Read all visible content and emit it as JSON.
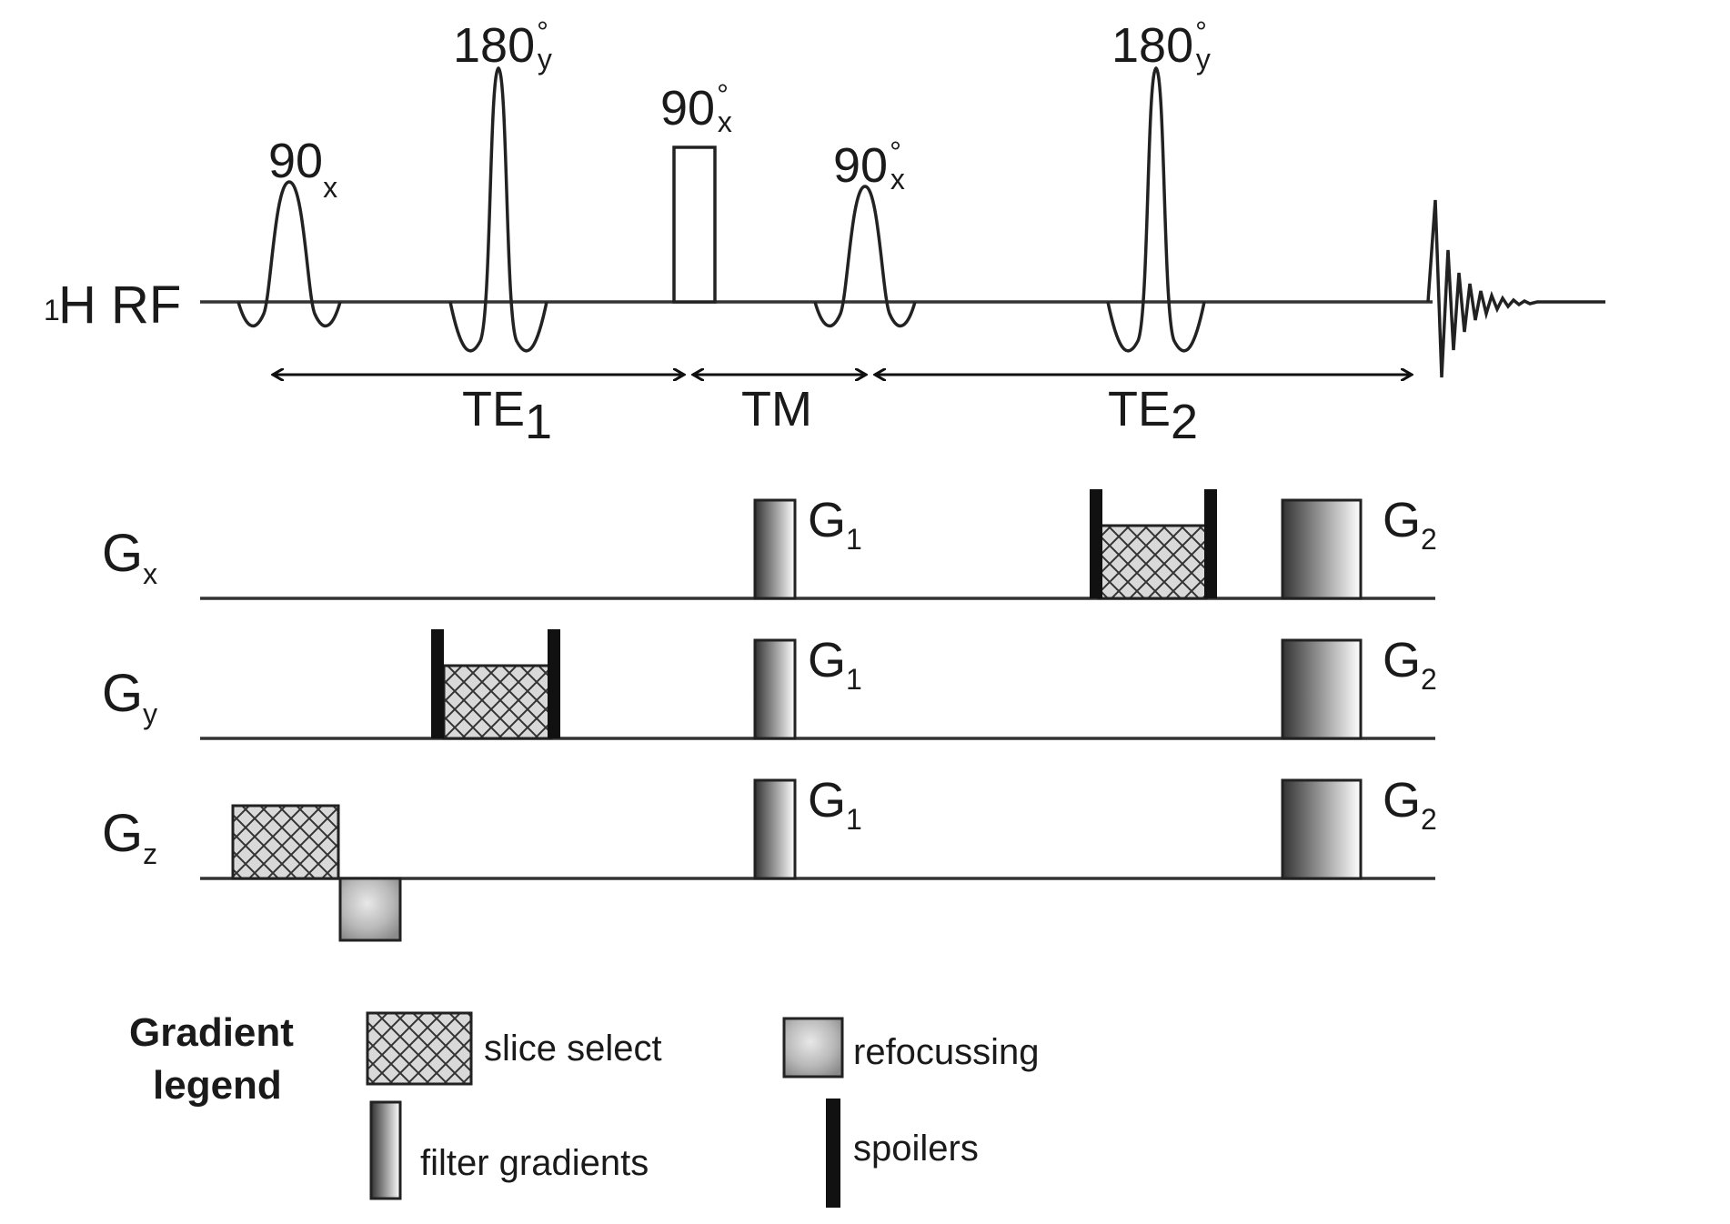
{
  "rf": {
    "label_sup": "1",
    "label": "H RF",
    "pulses": [
      {
        "base": "90",
        "deg": "",
        "sub": "x"
      },
      {
        "base": "180",
        "deg": "°",
        "sub": "y"
      },
      {
        "base": "90",
        "deg": "°",
        "sub": "x"
      },
      {
        "base": "90",
        "deg": "°",
        "sub": "x"
      },
      {
        "base": "180",
        "deg": "°",
        "sub": "y"
      }
    ]
  },
  "timing": {
    "te1": {
      "base": "TE",
      "sub": "1"
    },
    "tm": "TM",
    "te2": {
      "base": "TE",
      "sub": "2"
    }
  },
  "axes": {
    "gx": {
      "base": "G",
      "sub": "x"
    },
    "gy": {
      "base": "G",
      "sub": "y"
    },
    "gz": {
      "base": "G",
      "sub": "z"
    }
  },
  "gradients": {
    "g1": {
      "base": "G",
      "sub": "1"
    },
    "g2": {
      "base": "G",
      "sub": "2"
    }
  },
  "legend": {
    "title_line1": "Gradient",
    "title_line2": "legend",
    "slice_select": "slice select",
    "refocussing": "refocussing",
    "filter_gradients": "filter gradients",
    "spoilers": "spoilers"
  }
}
